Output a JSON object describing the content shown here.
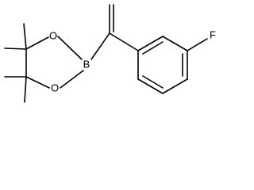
{
  "molecule": {
    "atoms": {
      "boron": "B",
      "oxygen_upper": "O",
      "oxygen_lower": "O",
      "fluorine": "F"
    }
  }
}
